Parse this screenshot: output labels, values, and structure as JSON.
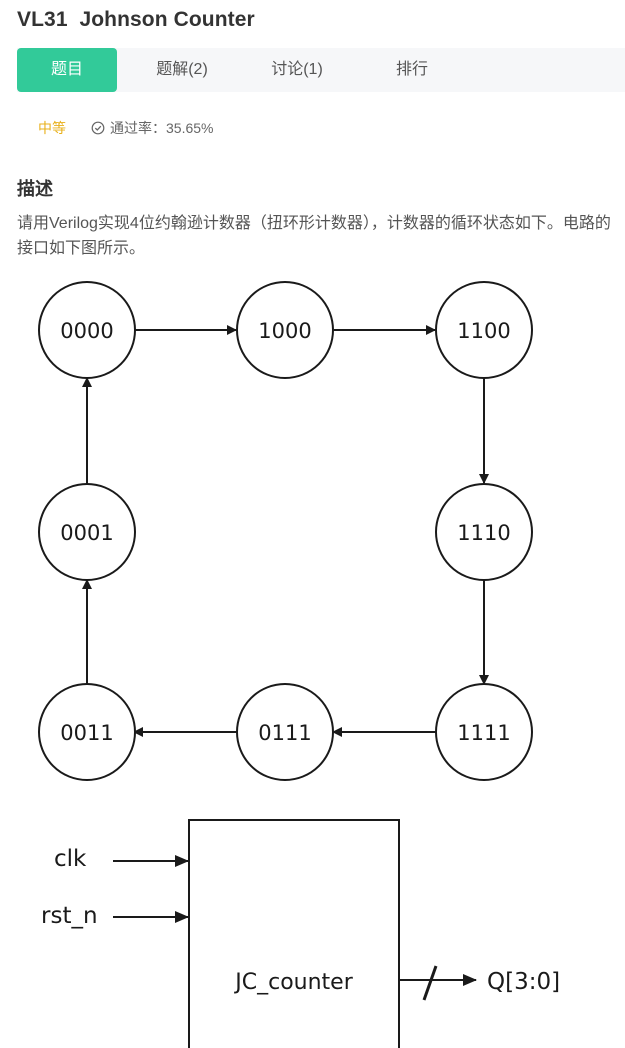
{
  "title": "VL31  Johnson Counter",
  "tabs": [
    {
      "label": "题目",
      "active": true
    },
    {
      "label": "题解(2)",
      "active": false
    },
    {
      "label": "讨论(1)",
      "active": false
    },
    {
      "label": "排行",
      "active": false
    }
  ],
  "meta": {
    "difficulty": "中等",
    "pass_rate": "通过率：35.65%"
  },
  "description": {
    "heading": "描述",
    "text": "请用Verilog实现4位约翰逊计数器（扭环形计数器），计数器的循环状态如下。电路的接口如下图所示。"
  },
  "state_diagram": {
    "states": [
      "0000",
      "1000",
      "1100",
      "1110",
      "1111",
      "0111",
      "0011",
      "0001"
    ]
  },
  "block_diagram": {
    "module": "JC_counter",
    "inputs": [
      "clk",
      "rst_n"
    ],
    "output": "Q[3:0]"
  },
  "colors": {
    "accent": "#32ca99",
    "difficulty": "#e8b01a"
  }
}
